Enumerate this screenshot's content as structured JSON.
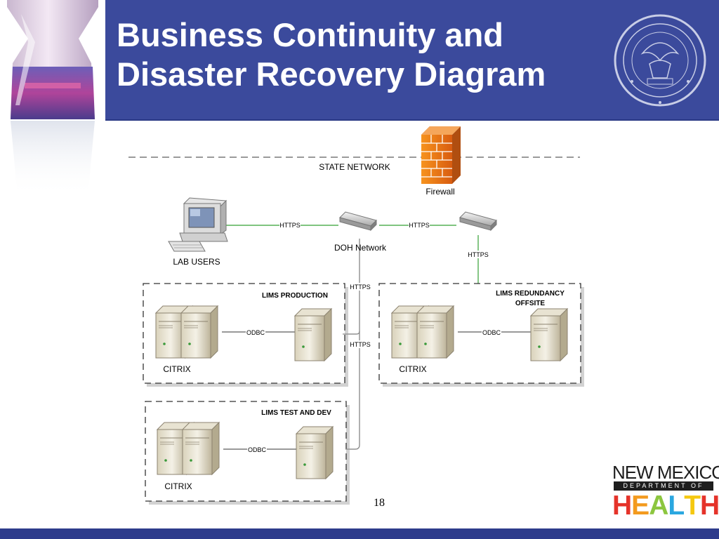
{
  "title": {
    "line1": "Business Continuity and",
    "line2": "Disaster Recovery Diagram"
  },
  "diagram": {
    "state_network": "STATE NETWORK",
    "firewall": "Firewall",
    "doh_network": "DOH Network",
    "lab_users": "LAB USERS",
    "https": "HTTPS",
    "odbc": "ODBC",
    "citrix": "CITRIX",
    "lims_production": "LIMS PRODUCTION",
    "lims_redundancy_line1": "LIMS REDUNDANCY",
    "lims_redundancy_line2": "OFFSITE",
    "lims_test_dev": "LIMS TEST AND DEV"
  },
  "colors": {
    "header_blue": "#3b4a9c",
    "link_green": "#33a033",
    "link_gray": "#8c8c8c"
  },
  "logo": {
    "line1": "NEW MEXICO",
    "line2": "DEPARTMENT OF",
    "letters": [
      {
        "ch": "H",
        "color": "#e5332a"
      },
      {
        "ch": "E",
        "color": "#f39a1e"
      },
      {
        "ch": "A",
        "color": "#8cc63f"
      },
      {
        "ch": "L",
        "color": "#2aa7e0"
      },
      {
        "ch": "T",
        "color": "#f5c80f"
      },
      {
        "ch": "H",
        "color": "#e5332a"
      }
    ]
  },
  "icons": [
    "flask-image",
    "state-seal-icon",
    "firewall-icon",
    "computer-icon",
    "switch-icon",
    "server-icon"
  ],
  "slide": {
    "page_number": "18"
  }
}
